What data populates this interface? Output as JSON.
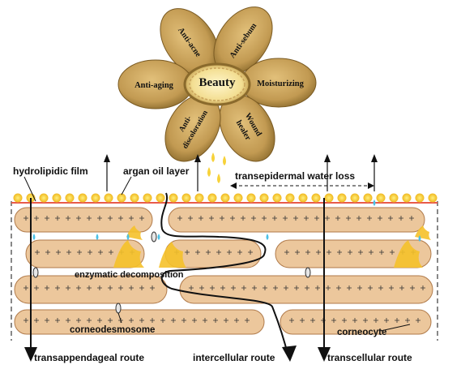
{
  "flower": {
    "center": "Beauty",
    "petals": [
      {
        "label": "Anti-acne"
      },
      {
        "label": "Anti-sebum"
      },
      {
        "label": "Moisturizing"
      },
      {
        "label": "Wound healer"
      },
      {
        "label": "Anti-discoloration"
      },
      {
        "label": "Anti-aging"
      }
    ]
  },
  "labels": {
    "hydrolipidic_film": "hydrolipidic film",
    "argan_oil_layer": "argan oil layer",
    "transepidermal_water_loss": "transepidermal water loss",
    "enzymatic_decomposition": "enzymatic decomposition",
    "corneodesmosome": "corneodesmosome",
    "corneocyte": "corneocyte",
    "transappendageal_route": "transappendageal route",
    "intercellular_route": "intercellular route",
    "transcellular_route": "transcellular route"
  },
  "colors": {
    "petal": "#c9a25a",
    "petal_dark": "#8a6a2c",
    "cell_fill": "#ecc79c",
    "cell_stroke": "#b07a4a",
    "film": "#e85a4a",
    "oil": "#f7d23a",
    "water": "#4ac0e6"
  }
}
